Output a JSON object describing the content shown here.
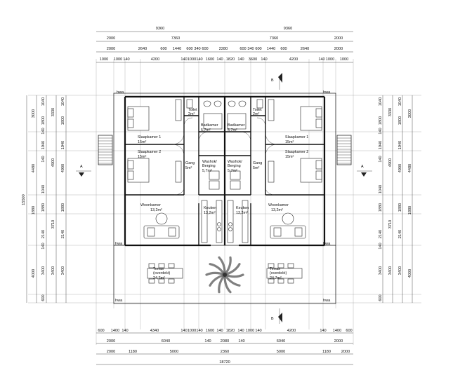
{
  "dims": {
    "top": [
      [
        "9360",
        "9360"
      ],
      [
        "2000",
        "7360",
        "7360",
        "2000"
      ],
      [
        "2000",
        "2640",
        "600",
        "1440",
        "600",
        "340",
        "600",
        "2280",
        "600",
        "340",
        "600",
        "1440",
        "600",
        "2640",
        "2000"
      ],
      [
        "1000",
        "1000",
        "140",
        "4200",
        "140",
        "1000",
        "140",
        "1600",
        "140",
        "1820",
        "140",
        "3600",
        "140",
        "4200",
        "140",
        "1000",
        "1000"
      ]
    ],
    "bottom": [
      [
        "600",
        "1400",
        "140",
        "4340",
        "140",
        "1000",
        "140",
        "1600",
        "140",
        "1820",
        "140",
        "1000",
        "140",
        "4200",
        "140",
        "1400",
        "600"
      ],
      [
        "2000",
        "6040",
        "140",
        "2080",
        "140",
        "6040",
        "2000"
      ],
      [
        "2000",
        "1180",
        "5000",
        "2360",
        "5000",
        "1180",
        "2000"
      ],
      [
        "18720"
      ]
    ],
    "left_outer": [
      "3000",
      "4480",
      "1880",
      "4000"
    ],
    "left_mid": [
      "1040",
      "1800",
      "140",
      "1940",
      "140",
      "1040",
      "1880",
      "2140",
      "140",
      "3400",
      "600"
    ],
    "left_inner": [
      "3330",
      "4900",
      "3710",
      "3400"
    ],
    "left_total": "15500",
    "right_outer": [
      "3000",
      "4480",
      "1880",
      "4000"
    ],
    "right_mid": [
      "1040",
      "1800",
      "140",
      "1940",
      "140",
      "1040",
      "1880",
      "2140",
      "140",
      "3400",
      "600"
    ],
    "right_inner": [
      "3330",
      "4900",
      "3710",
      "3400"
    ]
  },
  "section_marks": {
    "a_left": "A",
    "a_right": "A",
    "b_top": "B",
    "b_bottom": "B"
  },
  "annotations": {
    "hwa_tl": "hwa",
    "hwa_tr": "hwa",
    "hwa_ml": "hwa",
    "hwa_mr": "hwa",
    "hwa_bl": "hwa",
    "hwa_br": "hwa"
  },
  "rooms_left": {
    "slaapkamer1": [
      "Slaapkamer 1",
      "15m²"
    ],
    "slaapkamer2": [
      "Slaapkamer 2",
      "15m²"
    ],
    "toilet": [
      "Toilet",
      "2m²"
    ],
    "badkamer": [
      "Badkamer",
      "5,7m²"
    ],
    "gang": [
      "Gang",
      "5m²"
    ],
    "washok": [
      "Washok/",
      "Berging",
      "5,7m²"
    ],
    "keuken": [
      "Keuken",
      "13,2m²"
    ],
    "woonkamer": [
      "Woonkamer",
      "13,2m²"
    ],
    "terras": [
      "Terras",
      "(overdekt)",
      "24,7m²"
    ]
  },
  "rooms_right": {
    "slaapkamer1": [
      "Slaapkamer 1",
      "15m²"
    ],
    "slaapkamer2": [
      "Slaapkamer 2",
      "15m²"
    ],
    "toilet": [
      "Toilet",
      "2m²"
    ],
    "badkamer": [
      "Badkamer",
      "5,7m²"
    ],
    "gang": [
      "Gang",
      "5m²"
    ],
    "washok": [
      "Washok/",
      "Berging",
      "5,7m²"
    ],
    "keuken": [
      "Keuken",
      "13,2m²"
    ],
    "woonkamer": [
      "Woonkamer",
      "13,2m²"
    ],
    "terras": [
      "Terras",
      "(overdekt)",
      "24,7m²"
    ]
  }
}
